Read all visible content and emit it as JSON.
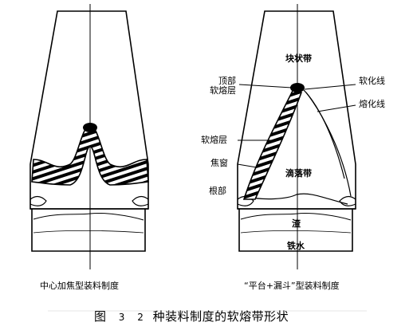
{
  "diagram": {
    "left_panel": {
      "caption": "中心加焦型装料制度"
    },
    "right_panel": {
      "caption": "“平台+漏斗”型装料制度",
      "labels": {
        "lump_zone": "块状带",
        "top_cohesive": "顶部\n软熔层",
        "softening_line": "软化线",
        "melting_line": "熔化线",
        "cohesive_layer": "软熔层",
        "coke_window": "焦窗",
        "root": "根部",
        "dripping_zone": "滴落带",
        "slag": "渣",
        "hot_metal": "铁水"
      }
    },
    "figure_caption": {
      "prefix": "图",
      "num1": "3",
      "num2": "2",
      "text": "种装料制度的软熔带形状"
    }
  }
}
